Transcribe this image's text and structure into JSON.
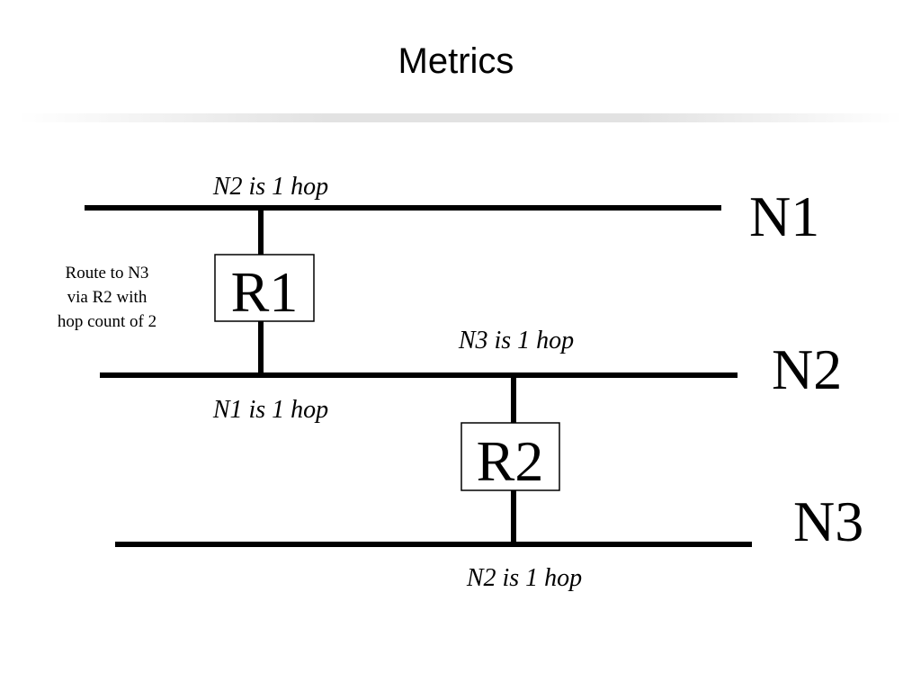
{
  "slide": {
    "title": "Metrics"
  },
  "networks": [
    {
      "name": "N1"
    },
    {
      "name": "N2"
    },
    {
      "name": "N3"
    }
  ],
  "routers": [
    {
      "name": "R1"
    },
    {
      "name": "R2"
    }
  ],
  "hop_labels": {
    "r1_to_n2": "N2 is 1 hop",
    "r1_to_n1": "N1 is 1 hop",
    "r2_to_n3": "N3 is 1 hop",
    "r2_to_n2": "N2 is 1 hop"
  },
  "route_note": {
    "line1": "Route to N3",
    "line2": "via R2 with",
    "line3": "hop count of 2"
  }
}
